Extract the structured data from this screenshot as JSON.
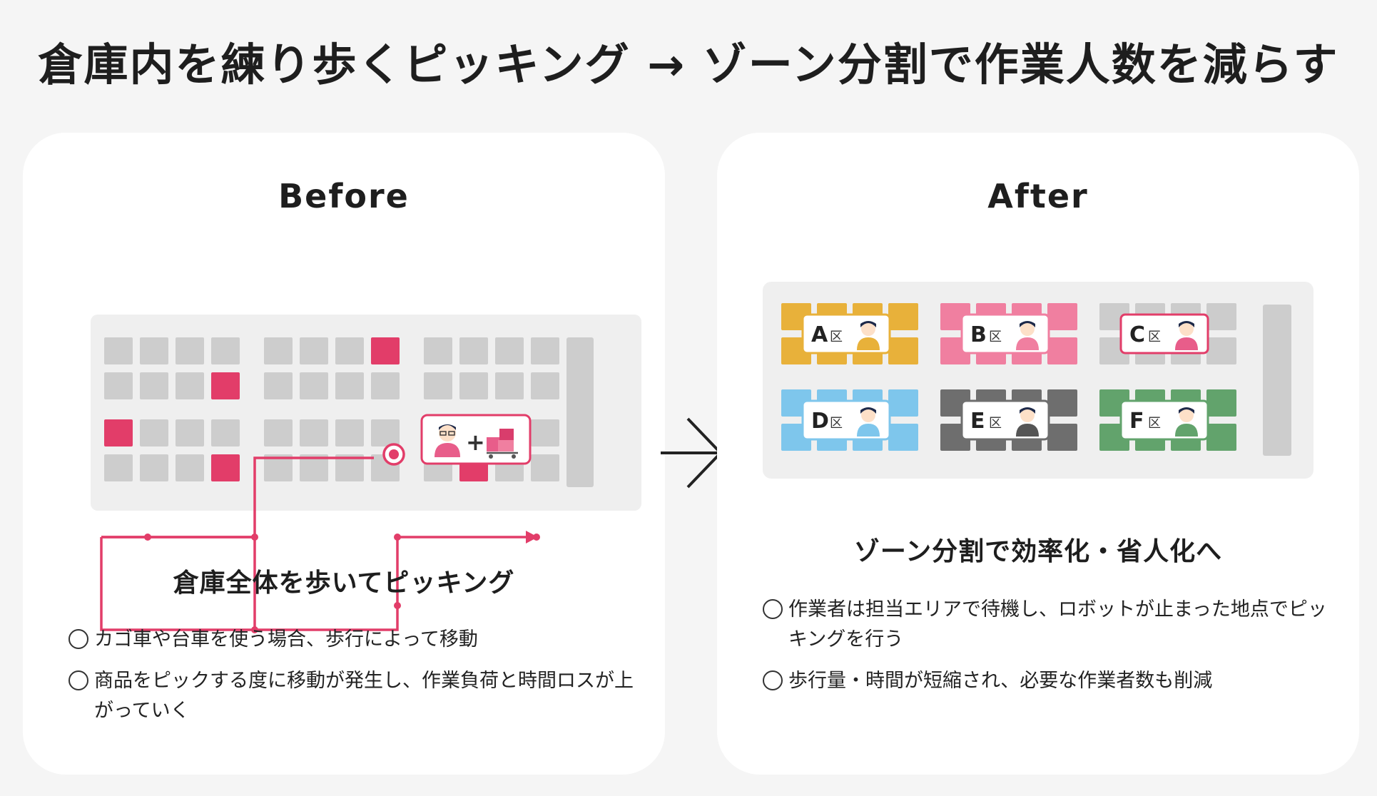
{
  "title": "倉庫内を練り歩くピッキング → ゾーン分割で作業人数を減らす",
  "before": {
    "heading": "Before",
    "subtitle": "倉庫全体を歩いてピッキング",
    "bullets": [
      "カゴ車や台車を使う場合、歩行によって移動",
      "商品をピックする度に移動が発生し、作業負荷と時間ロスが上がっていく"
    ]
  },
  "after": {
    "heading": "After",
    "subtitle": "ゾーン分割で効率化・省人化へ",
    "bullets": [
      "作業者は担当エリアで待機し、ロボットが止まった地点でピッキングを行う",
      "歩行量・時間が短縮され、必要な作業者数も削減"
    ],
    "zones": [
      {
        "letter": "A",
        "suffix": "区",
        "color": "#e8b13a"
      },
      {
        "letter": "B",
        "suffix": "区",
        "color": "#f07fa0"
      },
      {
        "letter": "C",
        "suffix": "区",
        "color": "#cccccc"
      },
      {
        "letter": "D",
        "suffix": "区",
        "color": "#7ec6ec"
      },
      {
        "letter": "E",
        "suffix": "区",
        "color": "#6e6e6e"
      },
      {
        "letter": "F",
        "suffix": "区",
        "color": "#62a36c"
      }
    ]
  },
  "colors": {
    "accent": "#e23d69",
    "shelf": "#cdcdcd",
    "floor": "#efefef"
  },
  "icons": [
    "person-icon",
    "cart-icon",
    "arrow-right-icon"
  ]
}
